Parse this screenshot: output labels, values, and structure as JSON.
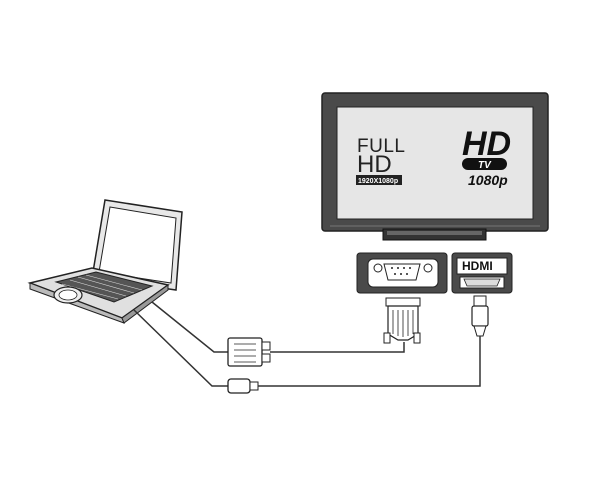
{
  "tv_screen": {
    "full_word": "FULL",
    "hd_word": "HD",
    "resolution_badge": "1920X1080p",
    "hd_logo": "HD",
    "tv_badge": "TV",
    "logo_resolution": "1080p"
  },
  "ports": {
    "hdmi_label": "HDMI"
  },
  "icons": {
    "laptop": "laptop-icon",
    "tv": "tv-icon",
    "vga_port": "vga-port-icon",
    "hdmi_port": "hdmi-port-icon",
    "vga_connector": "vga-connector-icon",
    "hdmi_connector": "hdmi-connector-icon"
  },
  "colors": {
    "line": "#333333",
    "tv_frame": "#4a4a4a",
    "tv_screen": "#e6e6e6"
  }
}
